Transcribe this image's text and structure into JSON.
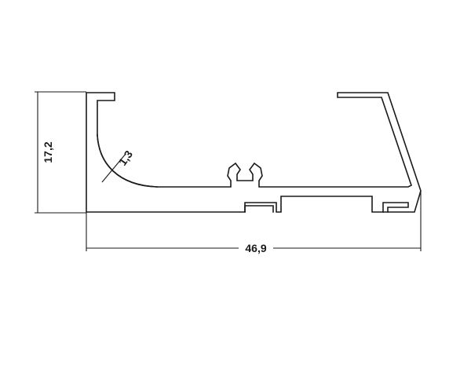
{
  "dimensions": {
    "height_label": "17,2",
    "width_label": "46,9",
    "thickness_label": "1,3"
  },
  "colors": {
    "line": "#1a1a1a",
    "background": "#ffffff"
  }
}
